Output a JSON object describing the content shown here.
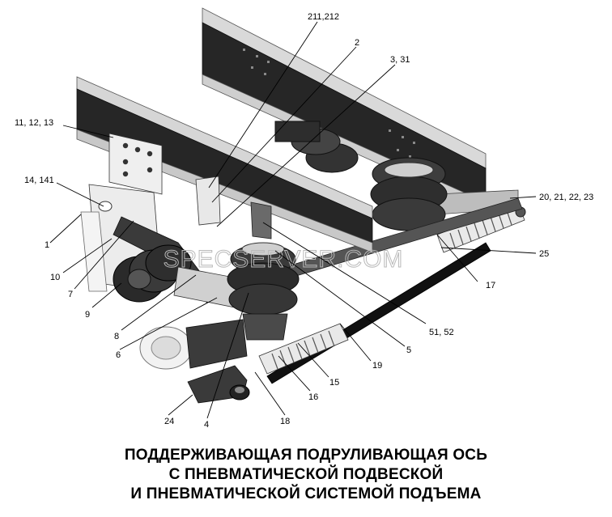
{
  "diagram": {
    "callouts": [
      {
        "id": "c-211",
        "text": "211,212"
      },
      {
        "id": "c-2",
        "text": "2"
      },
      {
        "id": "c-3",
        "text": "3, 31"
      },
      {
        "id": "c-11",
        "text": "11, 12, 13"
      },
      {
        "id": "c-14",
        "text": "14, 141"
      },
      {
        "id": "c-1",
        "text": "1"
      },
      {
        "id": "c-10",
        "text": "10"
      },
      {
        "id": "c-7",
        "text": "7"
      },
      {
        "id": "c-9",
        "text": "9"
      },
      {
        "id": "c-8",
        "text": "8"
      },
      {
        "id": "c-6",
        "text": "6"
      },
      {
        "id": "c-24",
        "text": "24"
      },
      {
        "id": "c-4",
        "text": "4"
      },
      {
        "id": "c-18",
        "text": "18"
      },
      {
        "id": "c-16",
        "text": "16"
      },
      {
        "id": "c-15",
        "text": "15"
      },
      {
        "id": "c-19",
        "text": "19"
      },
      {
        "id": "c-5",
        "text": "5"
      },
      {
        "id": "c-51",
        "text": "51, 52"
      },
      {
        "id": "c-17",
        "text": "17"
      },
      {
        "id": "c-25",
        "text": "25"
      },
      {
        "id": "c-20",
        "text": "20, 21, 22, 23"
      }
    ],
    "watermark": "SPECSERVER.COM",
    "caption": [
      "ПОДДЕРЖИВАЮЩАЯ ПОДРУЛИВАЮЩАЯ ОСЬ",
      "С ПНЕВМАТИЧЕСКОЙ ПОДВЕСКОЙ",
      "И ПНЕВМАТИЧЕСКОЙ СИСТЕМОЙ ПОДЪЕМА"
    ]
  }
}
